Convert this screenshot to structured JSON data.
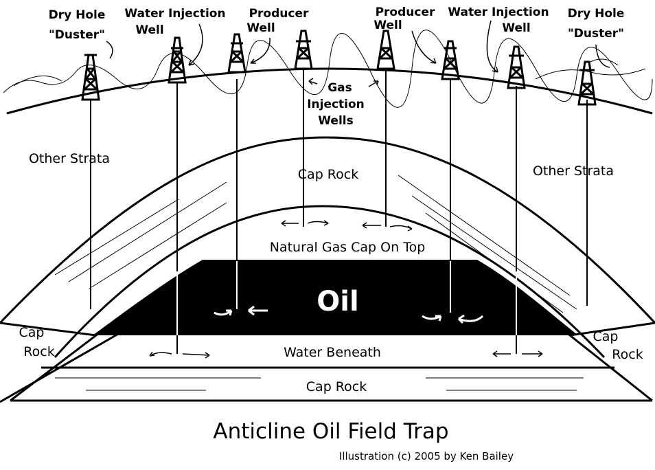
{
  "title": "Anticline Oil Field Trap",
  "credit": "Illustration (c) 2005 by Ken Bailey",
  "wells": {
    "dry_hole_left": [
      "Dry Hole",
      "\"Duster\""
    ],
    "water_injection_left": [
      "Water Injection",
      "Well"
    ],
    "producer_left": [
      "Producer",
      "Well"
    ],
    "producer_right": [
      "Producer",
      "Well"
    ],
    "water_injection_right": [
      "Water Injection",
      "Well"
    ],
    "dry_hole_right": [
      "Dry Hole",
      "\"Duster\""
    ],
    "gas_injection": [
      "Gas",
      "Injection",
      "Wells"
    ]
  },
  "layers": {
    "other_strata_left": "Other Strata",
    "other_strata_right": "Other Strata",
    "cap_rock_top": "Cap Rock",
    "gas_cap": "Natural Gas Cap On Top",
    "oil": "Oil",
    "water": "Water Beneath",
    "cap_rock_left": [
      "Cap",
      "Rock"
    ],
    "cap_rock_right": [
      "Cap",
      "Rock"
    ],
    "cap_rock_bottom": "Cap Rock"
  }
}
